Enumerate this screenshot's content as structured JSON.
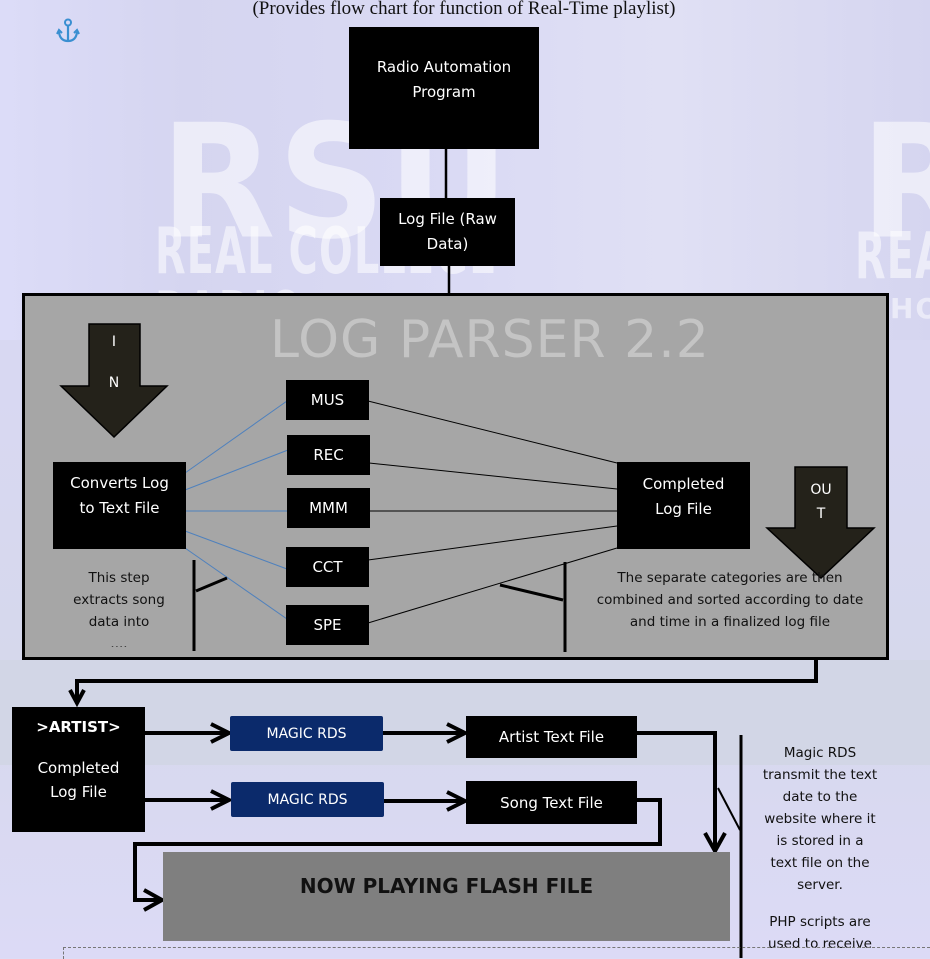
{
  "page": {
    "caption": "(Provides flow chart for function of Real-Time playlist)",
    "anchor_icon": "anchor-icon"
  },
  "watermark": {
    "logo_big": "RSU",
    "logo_sub": "REAL COLLEGE RADIO",
    "logo_right_big": "R",
    "logo_right_sub": "REAL",
    "logo_right_house": "HOU"
  },
  "colors": {
    "box": "#000000",
    "parser_bg": "#a6a6a6",
    "magic_rds": "#0b2a6b",
    "flash_bg": "#7f7f7f",
    "in_out_arrow": "#24221a",
    "left_connectors": "#4f81bd"
  },
  "flow": {
    "radio_automation": [
      "Radio Automation",
      "Program"
    ],
    "log_file_raw": [
      "Log File (Raw",
      "Data)"
    ],
    "parser": {
      "title": "LOG PARSER 2.2",
      "in_arrow": [
        "I",
        "N"
      ],
      "out_arrow": [
        "OU",
        "T"
      ],
      "converts": [
        "Converts Log",
        "to Text File"
      ],
      "categories": [
        "MUS",
        "REC",
        "MMM",
        "CCT",
        "SPE"
      ],
      "completed": [
        "Completed",
        "Log File"
      ],
      "left_note": [
        "This step",
        "extracts song",
        "data into",
        "...."
      ],
      "right_note": [
        "The separate categories are then",
        "combined and sorted according to date",
        "and time in a finalized log file"
      ]
    },
    "output": {
      "completed_box": {
        "tag": ">ARTIST>",
        "lines": [
          "Completed",
          "Log File"
        ]
      },
      "magic_rds": [
        "MAGIC RDS",
        "MAGIC RDS"
      ],
      "artist_text_file": "Artist Text File",
      "song_text_file": "Song Text File",
      "now_playing": "NOW PLAYING FLASH FILE",
      "side_note": [
        "Magic RDS",
        "transmit the text",
        "date to the",
        "website where it",
        "is stored in a",
        "text file on the",
        "server."
      ],
      "side_note_2": [
        "PHP scripts are",
        "used to receive"
      ]
    }
  }
}
